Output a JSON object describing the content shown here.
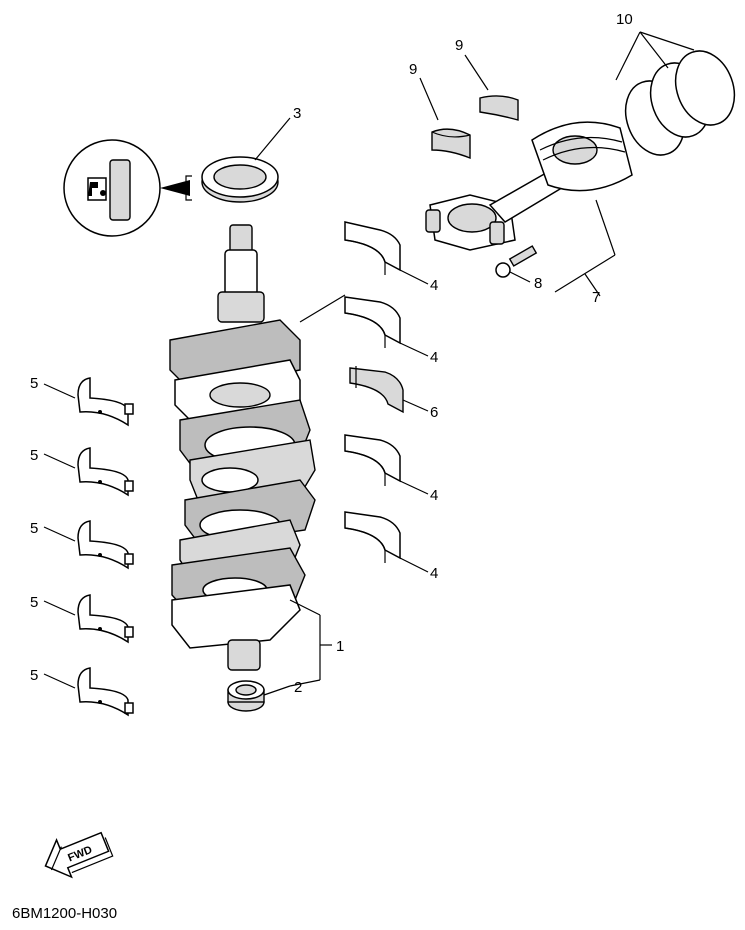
{
  "diagram": {
    "callouts": {
      "c1": "1",
      "c2": "2",
      "c3": "3",
      "c4a": "4",
      "c4b": "4",
      "c4c": "4",
      "c4d": "4",
      "c5a": "5",
      "c5b": "5",
      "c5c": "5",
      "c5d": "5",
      "c5e": "5",
      "c6": "6",
      "c7": "7",
      "c8": "8",
      "c9a": "9",
      "c9b": "9",
      "c10": "10"
    },
    "fwd_label": "FWD",
    "drawing_code": "6BM1200-H030"
  }
}
